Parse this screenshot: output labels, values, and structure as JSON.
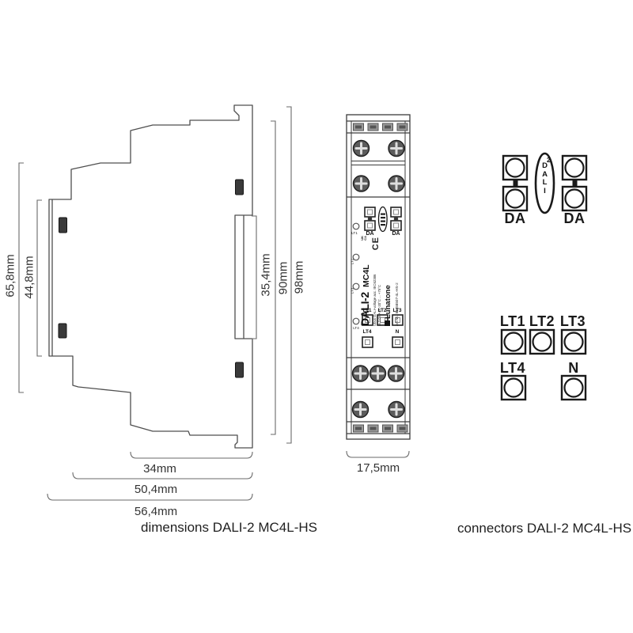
{
  "captions": {
    "dimensions": "dimensions DALI-2 MC4L-HS",
    "connectors": "connectors DALI-2 MC4L-HS"
  },
  "side_view": {
    "height_65": "65,8mm",
    "height_44": "44,8mm",
    "height_35": "35,4mm",
    "height_90": "90mm",
    "height_98": "98mm",
    "width_34": "34mm",
    "width_50": "50,4mm",
    "width_56": "56,4mm"
  },
  "front_view": {
    "width_label": "17,5mm",
    "led_labels": [
      "LT1",
      "LT2",
      "LT3",
      "LT4"
    ],
    "da_labels": [
      "DA",
      "DA"
    ],
    "product_title": "DALI-2",
    "product_model": "MC4L",
    "ukca_line1": "UK",
    "ukca_line2": "CA",
    "ce_mark": "CE",
    "spec_line1": "Ubus DALI-voltage acc. IEC62386",
    "spec_line2": "Ia 2,0mA  ta -20°C ... +75°C",
    "brand": "Lunatone",
    "art_nr": "Art Nr.: 86458507-4L-HS-2",
    "terminal_row1": [
      "LT1",
      "LT2",
      "LT3"
    ],
    "terminal_row2": [
      "LT4",
      "N"
    ]
  },
  "connector_view": {
    "da_labels": [
      "DA",
      "DA"
    ],
    "logo_letters": [
      "D",
      "A",
      "L",
      "I"
    ],
    "logo_two": "2",
    "row1_labels": [
      "LT1",
      "LT2",
      "LT3"
    ],
    "row2_labels": [
      "LT4",
      "N"
    ]
  },
  "colors": {
    "side_line": "#4f4f4f",
    "dim_line": "#6a6a6a",
    "front_line": "#3c3c3c",
    "connector_line": "#1a1a1a",
    "marker_fill": "#3a3a3a"
  }
}
